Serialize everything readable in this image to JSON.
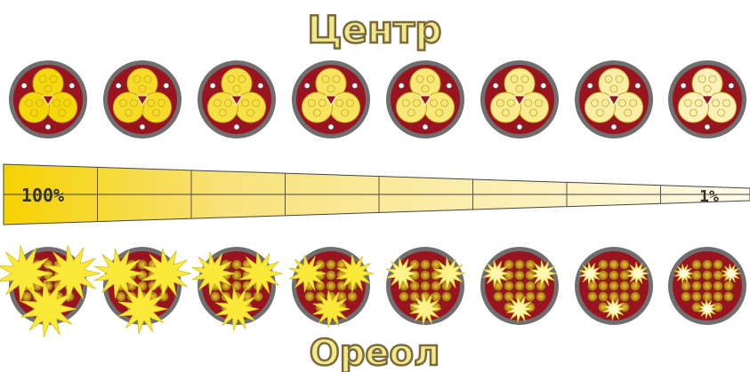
{
  "title_top": "Центр",
  "title_bottom": "Ореол",
  "scale": {
    "start_label": "100%",
    "end_label": "1%",
    "segments": 8
  },
  "center_row": {
    "count": 8,
    "fill_levels": [
      1.0,
      0.85,
      0.7,
      0.55,
      0.42,
      0.3,
      0.18,
      0.08
    ]
  },
  "halo_row": {
    "count": 8,
    "burst_levels": [
      1.0,
      0.85,
      0.7,
      0.55,
      0.42,
      0.3,
      0.2,
      0.12
    ]
  },
  "colors": {
    "title_fill": "#f3e88a",
    "title_outline": "#7a6a3a",
    "disk_rim": "#6f6f6f",
    "disk_inner": "#9a1420",
    "yellow_full": "#f5d80a",
    "yellow_pale": "#fbf3c8",
    "wedge_fade": "#fff4b0",
    "coin_outer": "#b98a1a",
    "coin_inner": "#e0b030",
    "burst": "#fbe93a"
  }
}
